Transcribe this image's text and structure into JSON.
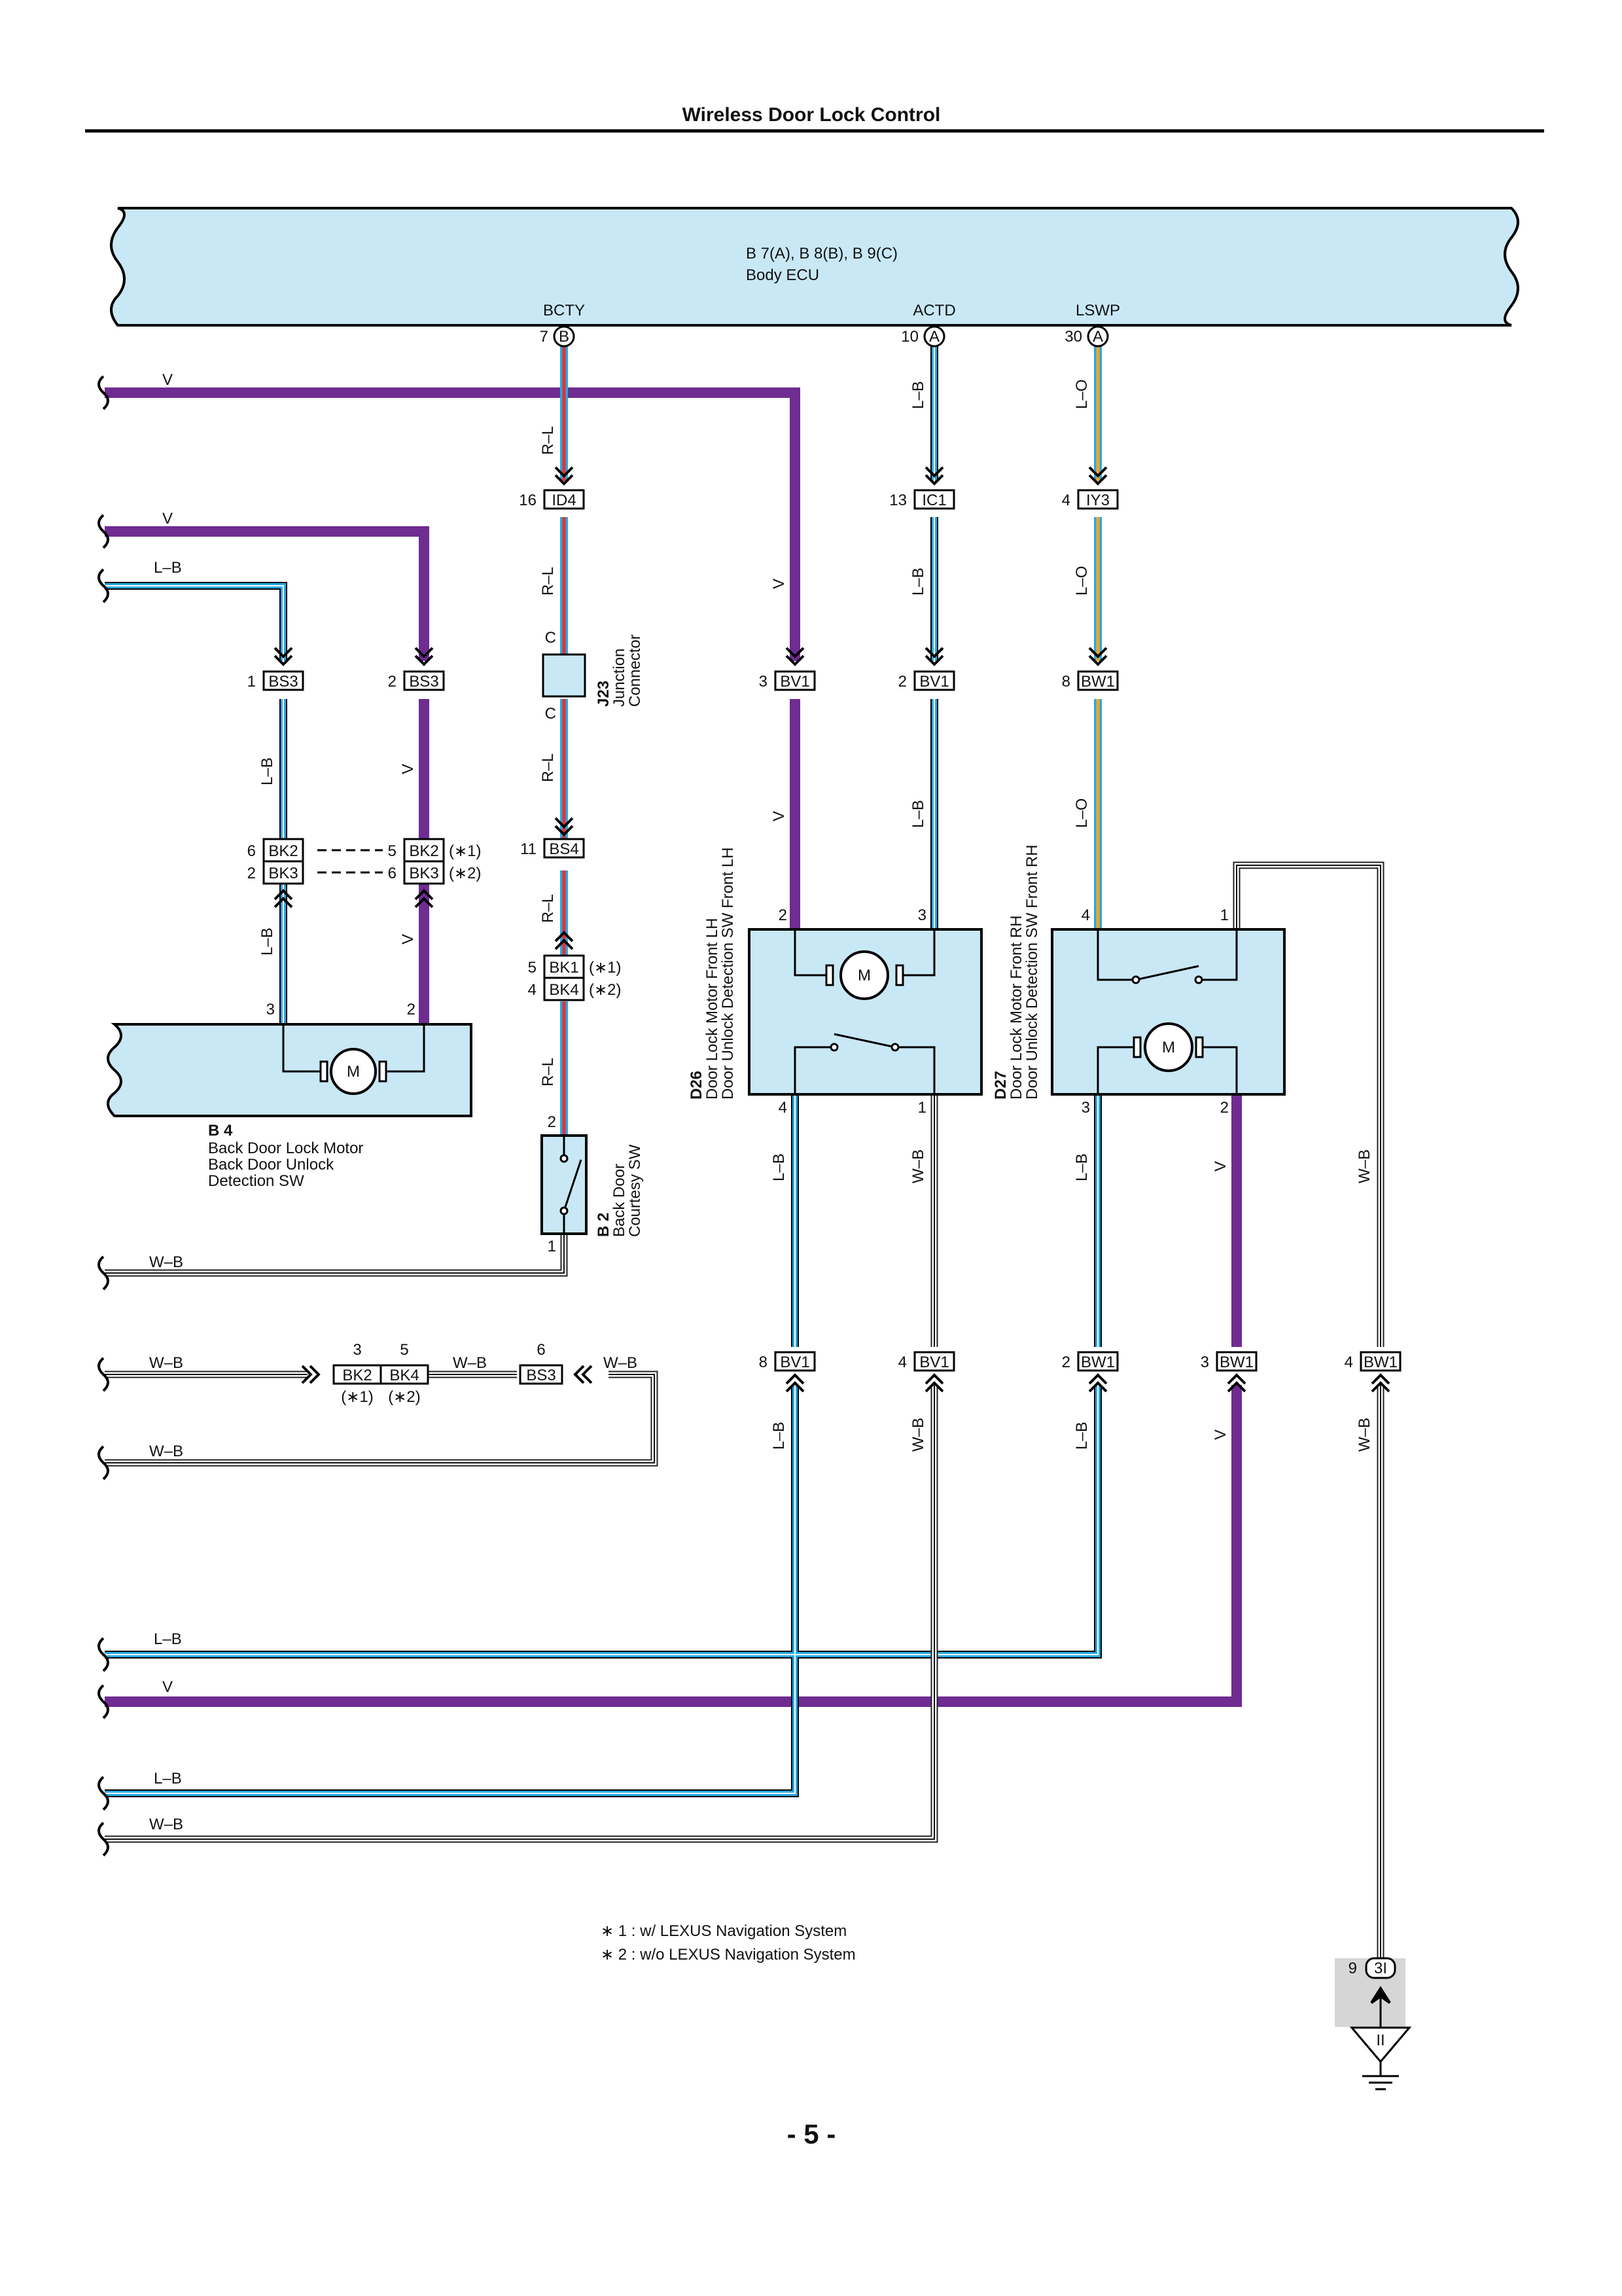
{
  "title": "Wireless Door Lock Control",
  "page_number": "- 5 -",
  "ecu": {
    "ref": "B 7(A), B 8(B), B 9(C)",
    "name": "Body ECU",
    "terminals": [
      {
        "name": "BCTY",
        "pin": "7",
        "conn": "B"
      },
      {
        "name": "ACTD",
        "pin": "10",
        "conn": "A"
      },
      {
        "name": "LSWP",
        "pin": "30",
        "conn": "A"
      }
    ]
  },
  "connectors": {
    "bs3_1": {
      "pin": "1",
      "id": "BS3"
    },
    "bs3_2": {
      "pin": "2",
      "id": "BS3"
    },
    "bk2_6": {
      "pin": "6",
      "id": "BK2"
    },
    "bk3_2": {
      "pin": "2",
      "id": "BK3"
    },
    "bk2_5": {
      "pin": "5",
      "id": "BK2",
      "note": "(∗1)"
    },
    "bk3_6": {
      "pin": "6",
      "id": "BK3",
      "note": "(∗2)"
    },
    "id4": {
      "pin": "16",
      "id": "ID4"
    },
    "bs4": {
      "pin": "11",
      "id": "BS4"
    },
    "bk1": {
      "pin": "5",
      "id": "BK1",
      "note": "(∗1)"
    },
    "bk4": {
      "pin": "4",
      "id": "BK4",
      "note": "(∗2)"
    },
    "ic1": {
      "pin": "13",
      "id": "IC1"
    },
    "iy3": {
      "pin": "4",
      "id": "IY3"
    },
    "bv1_3": {
      "pin": "3",
      "id": "BV1"
    },
    "bv1_2": {
      "pin": "2",
      "id": "BV1"
    },
    "bw1_8": {
      "pin": "8",
      "id": "BW1"
    },
    "bv1_8": {
      "pin": "8",
      "id": "BV1"
    },
    "bv1_4": {
      "pin": "4",
      "id": "BV1"
    },
    "bw1_2": {
      "pin": "2",
      "id": "BW1"
    },
    "bw1_3": {
      "pin": "3",
      "id": "BW1"
    },
    "bw1_4": {
      "pin": "4",
      "id": "BW1"
    },
    "bk2_3": {
      "pin": "3",
      "id": "BK2",
      "note": "(∗1)"
    },
    "bk4_5": {
      "pin": "5",
      "id": "BK4",
      "note": "(∗2)"
    },
    "bs3_6": {
      "pin": "6",
      "id": "BS3"
    },
    "ground": {
      "pin": "9",
      "id": "3I",
      "symbol": "II"
    }
  },
  "components": {
    "b4": {
      "ref": "B 4",
      "lines": [
        "Back Door Lock Motor",
        "Back Door Unlock",
        "Detection SW"
      ],
      "pins": [
        "3",
        "2"
      ]
    },
    "b2": {
      "ref": "B 2",
      "lines": [
        "Back Door",
        "Courtesy SW"
      ],
      "pins": [
        "2",
        "1"
      ]
    },
    "j23": {
      "ref": "J23",
      "lines": [
        "Junction",
        "Connector"
      ],
      "pins": [
        "C",
        "C"
      ]
    },
    "d26": {
      "ref": "D26",
      "lines": [
        "Door Lock Motor Front LH",
        "Door Unlock Detection SW Front LH"
      ],
      "pins": [
        "2",
        "3",
        "4",
        "1"
      ]
    },
    "d27": {
      "ref": "D27",
      "lines": [
        "Door Lock Motor Front RH",
        "Door Unlock Detection SW Front RH"
      ],
      "pins": [
        "4",
        "1",
        "3",
        "2"
      ]
    },
    "motor_label": "M"
  },
  "wires": {
    "v": "V",
    "lb": "L–B",
    "rl": "R–L",
    "lo": "L–O",
    "wb": "W–B"
  },
  "notes": [
    "∗ 1 : w/ LEXUS Navigation System",
    "∗ 2 : w/o LEXUS Navigation System"
  ],
  "colors": {
    "violet": "#6f2c91",
    "blue": "#29a8e0",
    "red": "#e8312f",
    "orange": "#f5a623",
    "ecu_fill": "#c9e8f6"
  }
}
